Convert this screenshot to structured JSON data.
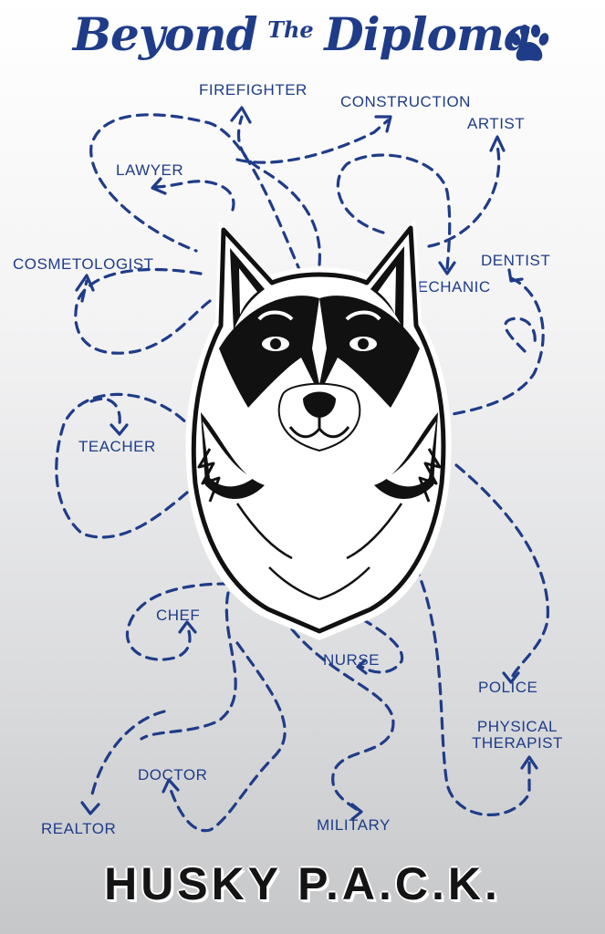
{
  "title": {
    "part1": "Beyond",
    "part2": "The",
    "part3": "Diploma",
    "paw_icon": "paw-print-icon"
  },
  "careers": {
    "firefighter": "FIREFIGHTER",
    "construction": "CONSTRUCTION",
    "artist": "ARTIST",
    "lawyer": "LAWYER",
    "cosmetologist": "COSMETOLOGIST",
    "dentist": "DENTIST",
    "mechanic": "MECHANIC",
    "teacher": "TEACHER",
    "chef": "CHEF",
    "nurse": "NURSE",
    "police": "POLICE",
    "physical_therapist_line1": "PHYSICAL",
    "physical_therapist_line2": "THERAPIST",
    "doctor": "DOCTOR",
    "realtor": "REALTOR",
    "military": "MILITARY"
  },
  "mascot": "husky-head-illustration",
  "footer": "HUSKY P.A.C.K.",
  "colors": {
    "brand_blue": "#1f3c88",
    "footer_text": "#141414",
    "background_top": "#ffffff",
    "background_bottom": "#c6c7c9"
  }
}
